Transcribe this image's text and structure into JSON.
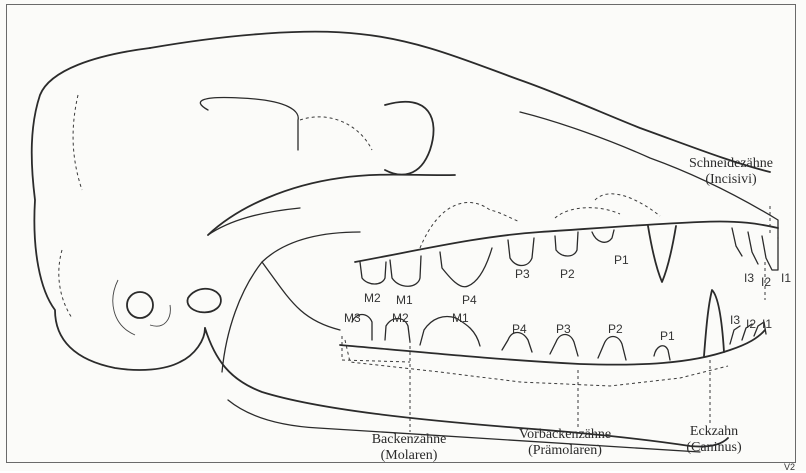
{
  "labels": {
    "incisors_group": {
      "de": "Schneidezähne",
      "la": "(Incisivi)"
    },
    "molars_group": {
      "de": "Backenzähne",
      "la": "(Molaren)"
    },
    "premolars_group": {
      "de": "Vorbackenzähne",
      "la": "(Prämolaren)"
    },
    "canine_group": {
      "de": "Eckzahn",
      "la": "(Caninus)"
    }
  },
  "upper_teeth": [
    "M2",
    "M1",
    "P4",
    "P3",
    "P2",
    "P1",
    "I3",
    "I2",
    "I1"
  ],
  "lower_teeth": [
    "M3",
    "M2",
    "M1",
    "P4",
    "P3",
    "P2",
    "P1",
    "I3",
    "I2",
    "I1"
  ],
  "corner_mark": "V2"
}
